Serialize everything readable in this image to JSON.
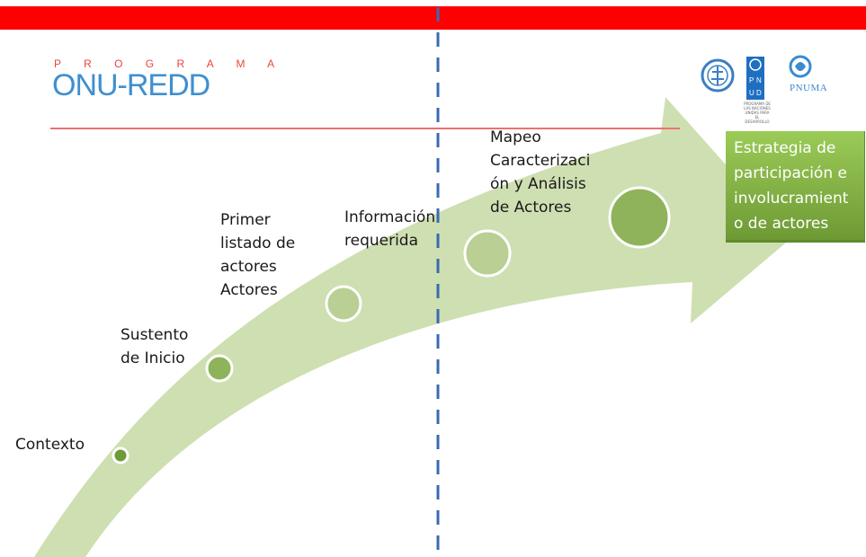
{
  "header": {
    "logo_program": "P R O G R A M A",
    "logo_name": "ONU-REDD",
    "partner_logos": [
      "fao-logo",
      "undp-logo",
      "unep-logo"
    ],
    "pnud_text": "PNUD",
    "pnud_subtext": "PROGRAMA DE LAS NACIONES UNIDAS PARA EL DESARROLLO",
    "pnuma_text": "PNUMA"
  },
  "steps": [
    {
      "label": "Contexto",
      "size": "xs"
    },
    {
      "label": "Sustento\nde Inicio",
      "size": "s"
    },
    {
      "label": "Primer\nlistado de\nactores\nActores",
      "size": "m"
    },
    {
      "label": "Información\nrequerida",
      "size": "l"
    },
    {
      "label": "Mapeo\nCaracterizaci\nón y Análisis\nde Actores",
      "size": "xl"
    }
  ],
  "goal": {
    "label": "Estrategia de\nparticipación e\ninvolucramient\no de actores"
  },
  "colors": {
    "top_bar": "#ff0000",
    "logo_blue": "#3f8fd0",
    "logo_red": "#e8463c",
    "arrow_green": "#c9dca9",
    "circle_dark": "#6f9a37",
    "circle_mid": "#8fb35a",
    "circle_light": "#b9cf93",
    "goal_box": "#8dbf4d",
    "divider": "#3b6ab0"
  }
}
